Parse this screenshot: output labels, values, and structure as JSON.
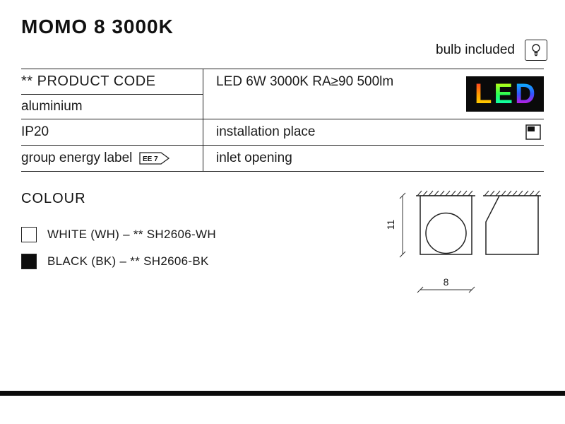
{
  "header": {
    "title": "MOMO 8 3000K",
    "bulb_included": "bulb included"
  },
  "table": {
    "product_code_label": "** PRODUCT CODE",
    "led_spec": "LED 6W 3000K RA≥90 500lm",
    "material": "aluminium",
    "ip_rating": "IP20",
    "installation_place": "installation place",
    "energy_label": "group energy label",
    "energy_badge": "EE 7",
    "inlet_opening": "inlet opening"
  },
  "led_logo": {
    "l1": "L",
    "l2": "E",
    "l3": "D"
  },
  "colour": {
    "heading": "COLOUR",
    "options": [
      {
        "swatch": "white",
        "label": "WHITE (WH) – ** SH2606-WH"
      },
      {
        "swatch": "black",
        "label": "BLACK (BK) – ** SH2606-BK"
      }
    ]
  },
  "drawing": {
    "height_dim": "11",
    "width_dim": "8"
  }
}
